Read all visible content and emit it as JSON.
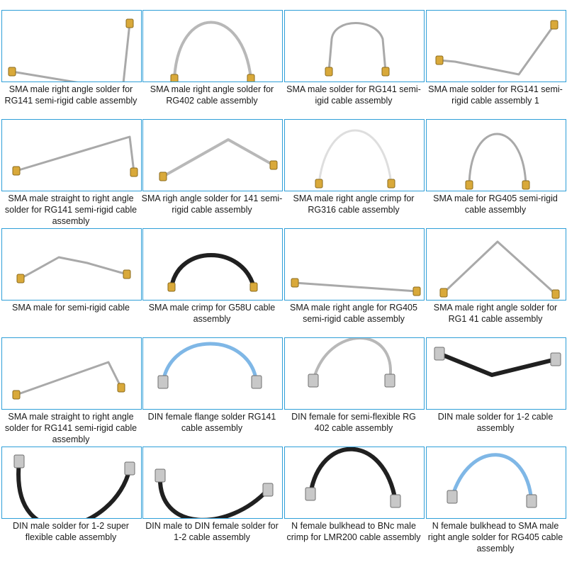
{
  "colors": {
    "frame_border": "#2f9fd8",
    "caption_text": "#1a1a1a"
  },
  "products": [
    {
      "caption": "SMA male right angle solder for RG141 semi-rigid cable assembly",
      "icon": "rigid-cable-icon",
      "cable": "rigid"
    },
    {
      "caption": "SMA male right angle solder for RG402 cable assembly",
      "icon": "braided-cable-icon",
      "cable": "braid"
    },
    {
      "caption": "SMA male solder for RG141 semi-igid cable assembly",
      "icon": "rigid-cable-icon",
      "cable": "rigid"
    },
    {
      "caption": "SMA male solder for RG141 semi-rigid cable assembly 1",
      "icon": "rigid-cable-icon",
      "cable": "rigid"
    },
    {
      "caption": "SMA male straight to right angle solder for RG141 semi-rigid cable assembly",
      "icon": "rigid-cable-icon",
      "cable": "rigid"
    },
    {
      "caption": "SMA righ angle solder for 141 semi-rigid cable assembly",
      "icon": "braided-cable-icon",
      "cable": "braid"
    },
    {
      "caption": "SMA male right angle crimp for RG316 cable assembly",
      "icon": "flexible-cable-icon",
      "cable": "white"
    },
    {
      "caption": "SMA male for RG405 semi-rigid cable assembly",
      "icon": "rigid-cable-icon",
      "cable": "rigid"
    },
    {
      "caption": "SMA male for semi-rigid cable",
      "icon": "rigid-cable-icon",
      "cable": "rigid"
    },
    {
      "caption": "SMA male crimp for G58U cable assembly",
      "icon": "black-cable-icon",
      "cable": "black"
    },
    {
      "caption": "SMA male right angle for RG405 semi-rigid cable assembly",
      "icon": "rigid-cable-icon",
      "cable": "rigid"
    },
    {
      "caption": "SMA male right angle solder for RG1 41 cable assembly",
      "icon": "rigid-cable-icon",
      "cable": "rigid"
    },
    {
      "caption": "SMA male straight to right angle solder for RG141 semi-rigid cable assembly",
      "icon": "rigid-cable-icon",
      "cable": "rigid"
    },
    {
      "caption": "DIN female flange solder RG141 cable assembly",
      "icon": "blue-cable-icon",
      "cable": "blue"
    },
    {
      "caption": "DIN female for semi-flexible RG 402 cable assembly",
      "icon": "braided-cable-icon",
      "cable": "braid"
    },
    {
      "caption": "DIN male solder for 1-2 cable assembly",
      "icon": "black-cable-icon",
      "cable": "black"
    },
    {
      "caption": "DIN male solder for 1-2 super flexible cable assembly",
      "icon": "black-cable-icon",
      "cable": "black"
    },
    {
      "caption": "DIN male to DIN female solder for 1-2 cable assembly",
      "icon": "black-cable-icon",
      "cable": "black"
    },
    {
      "caption": "N female bulkhead to BNc male crimp for LMR200 cable assembly",
      "icon": "black-cable-icon",
      "cable": "black"
    },
    {
      "caption": "N female bulkhead to SMA male right angle solder for RG405 cable assembly",
      "icon": "blue-cable-icon",
      "cable": "blue"
    }
  ]
}
